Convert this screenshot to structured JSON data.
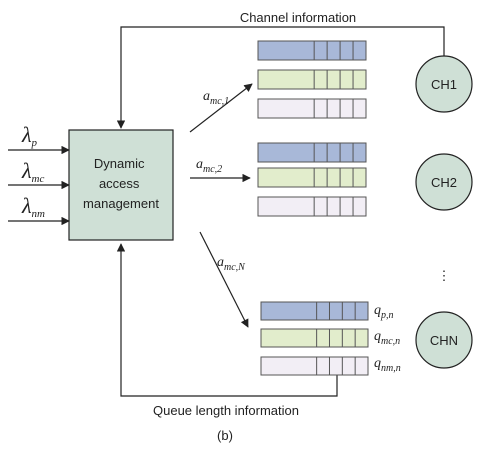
{
  "top_label": "Channel information",
  "bottom_label": "Queue length information",
  "caption": "(b)",
  "manager": {
    "lines": [
      "Dynamic",
      "access",
      "management"
    ],
    "fill": "#cfe0d6"
  },
  "inputs": [
    {
      "symbol": "λ",
      "sub": "p"
    },
    {
      "symbol": "λ",
      "sub": "mc"
    },
    {
      "symbol": "λ",
      "sub": "nm"
    }
  ],
  "alloc_labels": [
    {
      "base": "a",
      "sub": "mc,1"
    },
    {
      "base": "a",
      "sub": "mc,2"
    },
    {
      "base": "a",
      "sub": "mc,N"
    }
  ],
  "queue_labels": [
    {
      "base": "q",
      "sub": "p,n"
    },
    {
      "base": "q",
      "sub": "mc,n"
    },
    {
      "base": "q",
      "sub": "nm,n"
    }
  ],
  "channels": [
    "CH1",
    "CH2",
    "CHN"
  ],
  "vdots": "⋮",
  "colors": {
    "queue_p": "#a8b8d8",
    "queue_mc": "#e2edcc",
    "queue_nm": "#f2eef5",
    "channel": "#cfe0d6",
    "stroke": "#222222"
  }
}
